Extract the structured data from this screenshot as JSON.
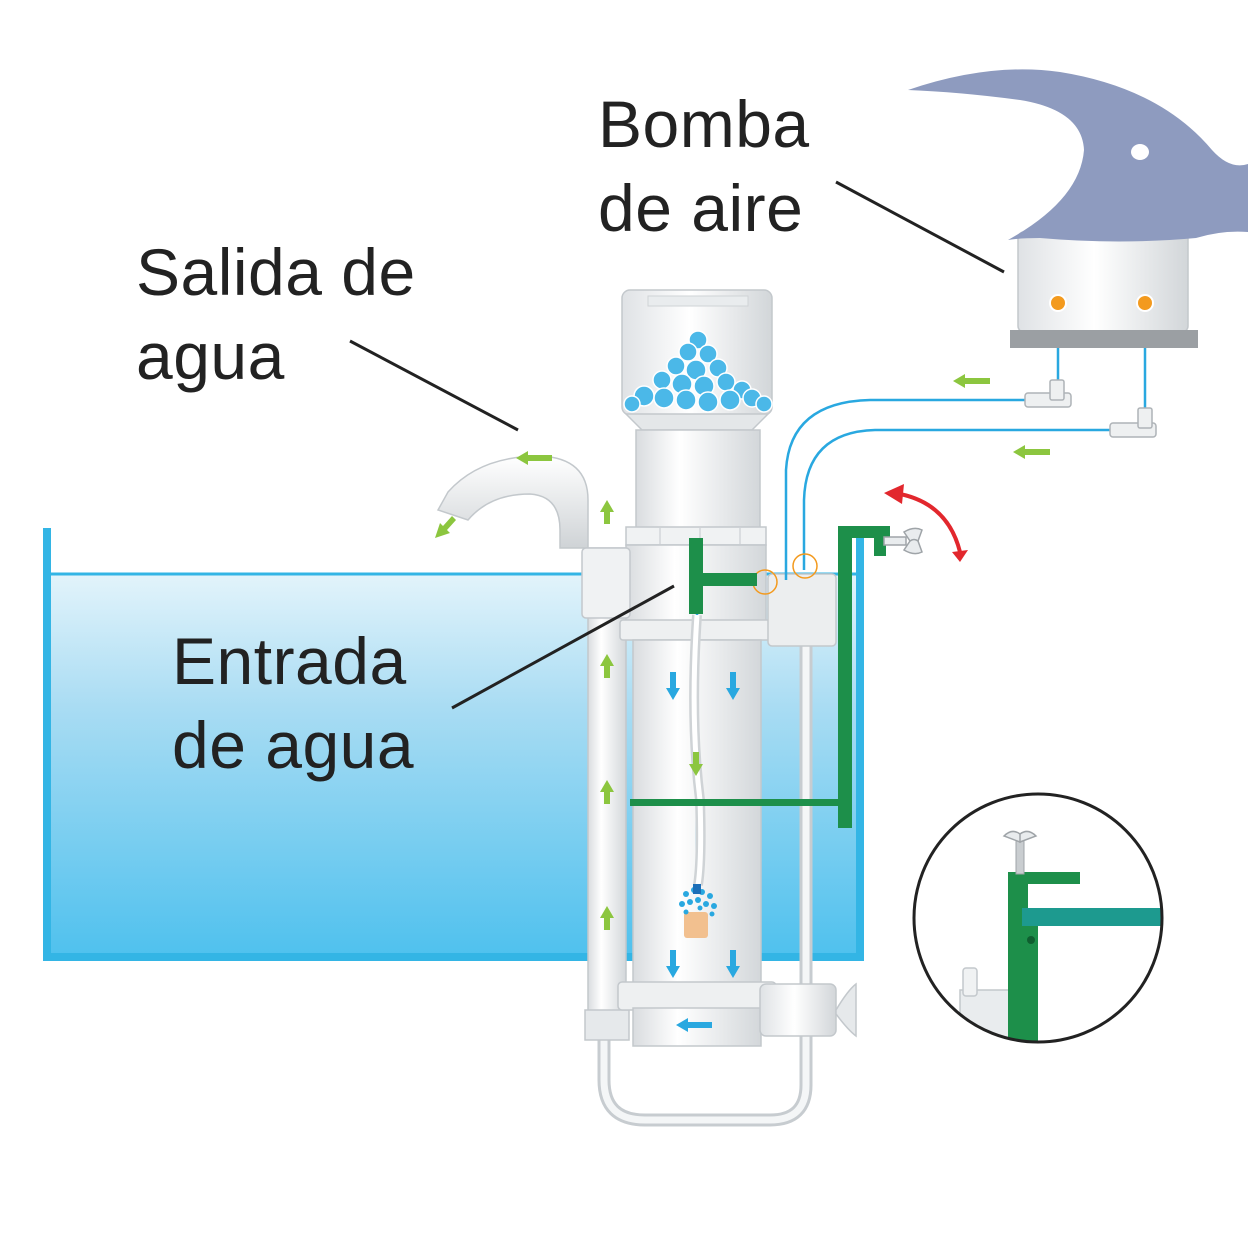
{
  "labels": {
    "air_pump": {
      "line1": "Bomba",
      "line2": "de aire"
    },
    "water_outlet": {
      "line1": "Salida de",
      "line2": "agua"
    },
    "water_inlet": {
      "line1": "Entrada",
      "line2": "de agua"
    }
  },
  "colors": {
    "water_top": "#dff3fb",
    "water_bottom": "#4fc2ee",
    "tank_wall": "#33b5e5",
    "bracket_green": "#1d8f4a",
    "air_line": "#29a8e0",
    "flow_arrow_green": "#8cc63f",
    "flow_arrow_blue": "#29a8e0",
    "rotate_arrow": "#e2272d",
    "fish_logo": "#8e9bbf",
    "valve_orange": "#f39a1e"
  },
  "icons": [
    "fish-logo-icon",
    "rotate-arrow-icon",
    "wing-nut-icon",
    "flow-arrow-icon",
    "air-stone-icon"
  ]
}
